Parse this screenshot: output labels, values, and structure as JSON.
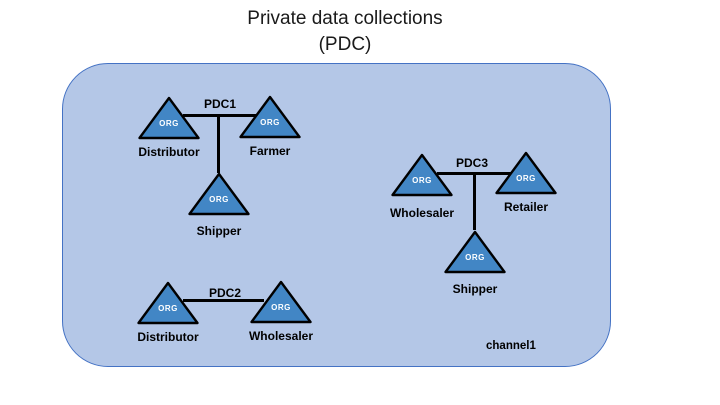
{
  "title": {
    "line1": "Private data collections",
    "line2": "(PDC)"
  },
  "channel_label": "channel1",
  "colors": {
    "container_fill": "#b4c7e7",
    "container_border": "#4472c4",
    "triangle_fill": "#4286c5",
    "triangle_stroke": "#000000",
    "connector": "#000000",
    "text": "#000000"
  },
  "groups": [
    {
      "name": "PDC1",
      "nodes": [
        {
          "org": "ORG",
          "label": "Distributor"
        },
        {
          "org": "ORG",
          "label": "Farmer"
        },
        {
          "org": "ORG",
          "label": "Shipper"
        }
      ]
    },
    {
      "name": "PDC2",
      "nodes": [
        {
          "org": "ORG",
          "label": "Distributor"
        },
        {
          "org": "ORG",
          "label": "Wholesaler"
        }
      ]
    },
    {
      "name": "PDC3",
      "nodes": [
        {
          "org": "ORG",
          "label": "Wholesaler"
        },
        {
          "org": "ORG",
          "label": "Retailer"
        },
        {
          "org": "ORG",
          "label": "Shipper"
        }
      ]
    }
  ]
}
